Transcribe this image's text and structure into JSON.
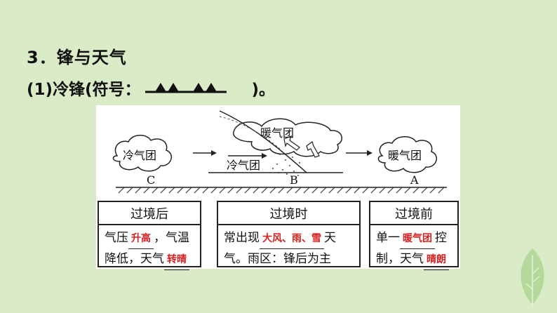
{
  "heading": "3．锋与天气",
  "subheading": {
    "prefix": "(1)冷锋(符号：",
    "suffix": ")。"
  },
  "diagram": {
    "cold_mass_left": "冷气团",
    "cold_mass_mid": "冷气团",
    "warm_mass_top": "暖气团",
    "warm_mass_right": "暖气团",
    "point_c": "C",
    "point_b": "B",
    "point_a": "A"
  },
  "table": [
    {
      "header": "过境后",
      "line1_a": "气压",
      "line1_answer": "升高",
      "line1_b": "，气温",
      "line2_a": "降低，天气",
      "line2_answer": "转晴"
    },
    {
      "header": "过境时",
      "line1_a": "常出现",
      "line1_answer": "大风、雨、雪",
      "line1_b": "天",
      "line2_a": "气。雨区：锋后为主",
      "line2_answer": ""
    },
    {
      "header": "过境前",
      "line1_a": "单一",
      "line1_answer": "暖气团",
      "line1_b": "控",
      "line2_a": "制，天气",
      "line2_answer": "晴朗"
    }
  ],
  "colors": {
    "background": "#d9ebc7",
    "answer_red": "#d81e1e",
    "leaf": "#b5d99a"
  }
}
